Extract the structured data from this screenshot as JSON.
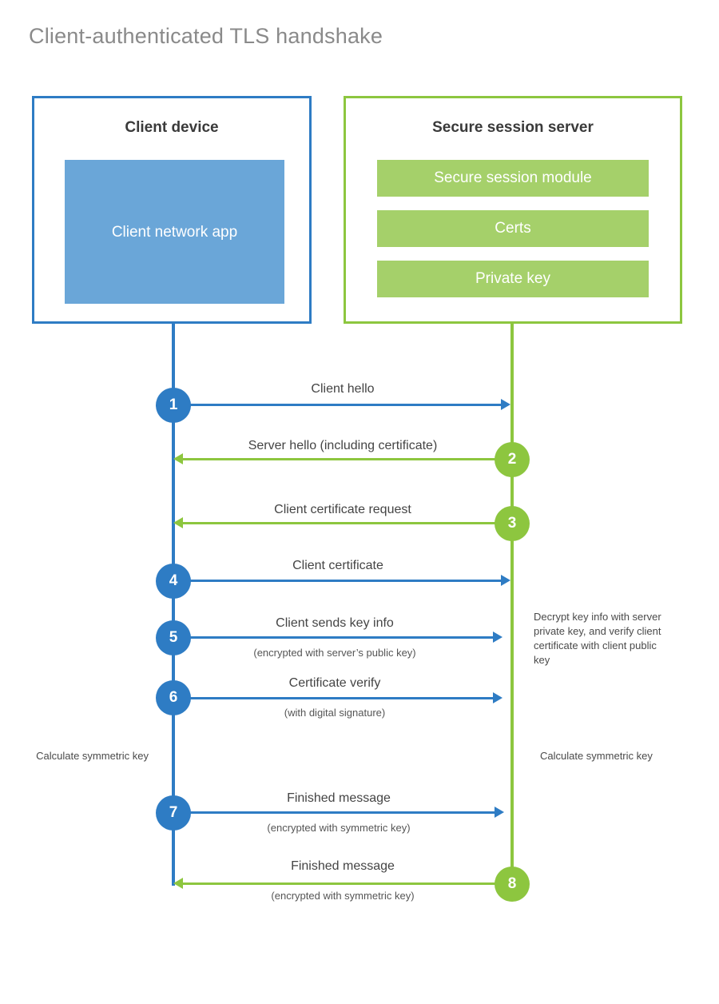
{
  "title": "Client-authenticated TLS handshake",
  "colors": {
    "client_blue": "#2e7cc4",
    "client_app_fill": "#6aa6d8",
    "server_green": "#8dc63f",
    "server_bar_fill": "#a5d06a",
    "title_gray": "#8a8a8a",
    "text_dark": "#3a3a3a"
  },
  "actors": {
    "client": {
      "title": "Client device",
      "components": [
        {
          "label": "Client network app"
        }
      ]
    },
    "server": {
      "title": "Secure session server",
      "components": [
        {
          "label": "Secure session module"
        },
        {
          "label": "Certs"
        },
        {
          "label": "Private key"
        }
      ]
    }
  },
  "steps": [
    {
      "number": "1",
      "label": "Client hello",
      "sublabel": "",
      "direction": "client-to-server",
      "color": "blue"
    },
    {
      "number": "2",
      "label": "Server hello (including certificate)",
      "sublabel": "",
      "direction": "server-to-client",
      "color": "green"
    },
    {
      "number": "3",
      "label": "Client certificate request",
      "sublabel": "",
      "direction": "server-to-client",
      "color": "green"
    },
    {
      "number": "4",
      "label": "Client certificate",
      "sublabel": "",
      "direction": "client-to-server",
      "color": "blue"
    },
    {
      "number": "5",
      "label": "Client sends key info",
      "sublabel": "(encrypted with server’s public key)",
      "direction": "client-to-server",
      "color": "blue"
    },
    {
      "number": "6",
      "label": "Certificate verify",
      "sublabel": "(with digital signature)",
      "direction": "client-to-server",
      "color": "blue"
    },
    {
      "number": "7",
      "label": "Finished message",
      "sublabel": "(encrypted with symmetric key)",
      "direction": "client-to-server",
      "color": "blue"
    },
    {
      "number": "8",
      "label": "Finished message",
      "sublabel": "(encrypted with symmetric key)",
      "direction": "server-to-client",
      "color": "green"
    }
  ],
  "notes": {
    "server_decrypt": "Decrypt key info with server private key, and verify client certificate with client public key",
    "client_calculate": "Calculate symmetric key",
    "server_calculate": "Calculate symmetric key"
  }
}
